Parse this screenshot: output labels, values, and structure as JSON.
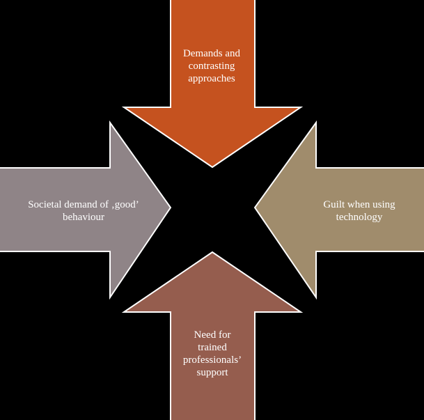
{
  "diagram": {
    "background_color": "#000000",
    "border_color": "#ffffff",
    "arrows": {
      "top": {
        "label": "Demands and\ncontrasting\napproaches",
        "color": "#c5521f",
        "direction": "down"
      },
      "left": {
        "label": "Societal demand of ‚good’\nbehaviour",
        "color": "#8f8487",
        "direction": "right"
      },
      "right": {
        "label": "Guilt when using\ntechnology",
        "color": "#a08c6c",
        "direction": "left"
      },
      "bottom": {
        "label": "Need for\ntrained\nprofessionals’\nsupport",
        "color": "#955d4e",
        "direction": "up"
      }
    }
  }
}
